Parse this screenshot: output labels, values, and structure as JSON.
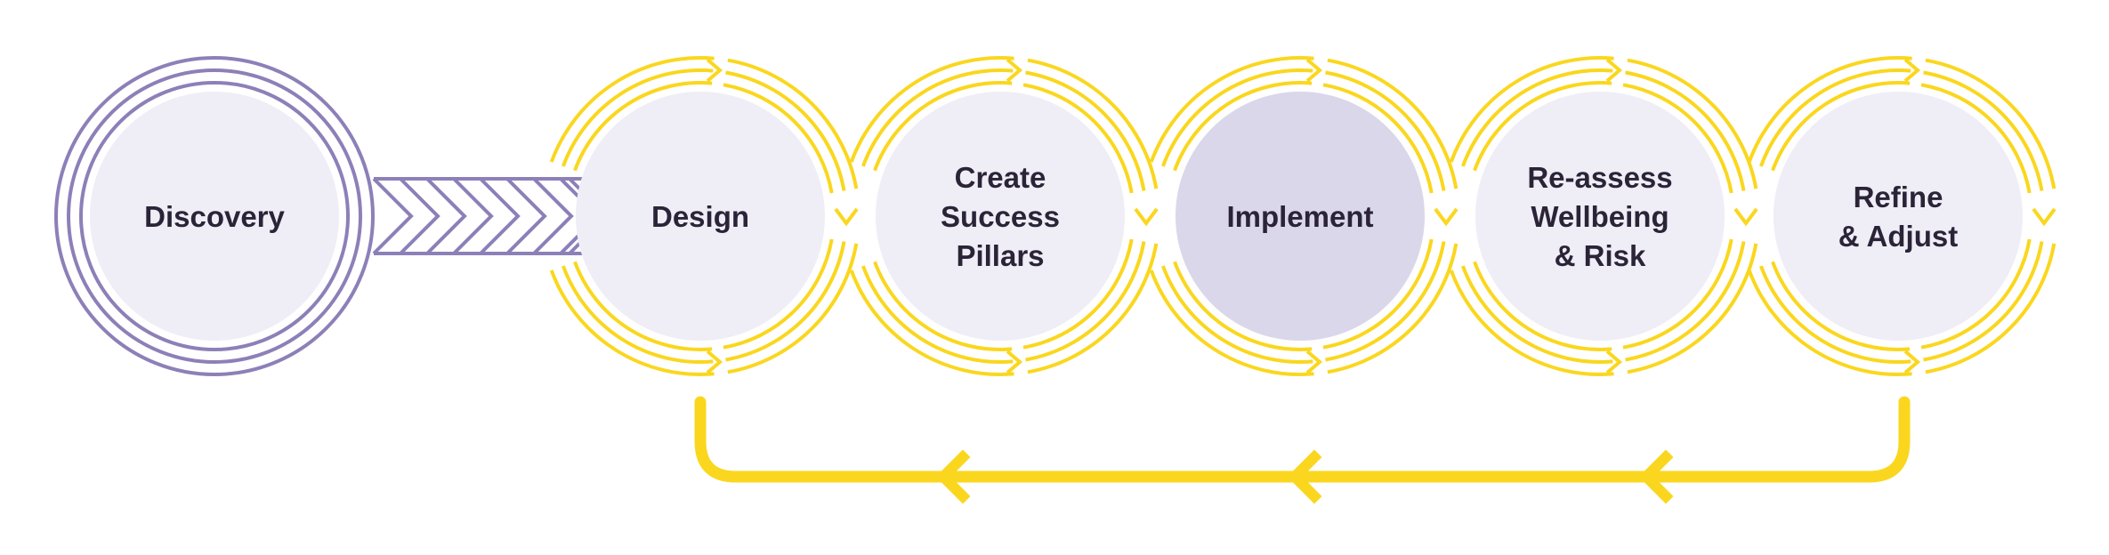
{
  "colors": {
    "purple": "#8d80b8",
    "yellow": "#fad71e",
    "circle_fill": "#efeef6",
    "circle_fill_active": "#dad7ea",
    "text": "#2b2438"
  },
  "stages": [
    {
      "id": "discovery",
      "lines": [
        "Discovery"
      ],
      "theme": "purple",
      "active": false
    },
    {
      "id": "design",
      "lines": [
        "Design"
      ],
      "theme": "yellow",
      "active": false
    },
    {
      "id": "create-success-pillars",
      "lines": [
        "Create",
        "Success",
        "Pillars"
      ],
      "theme": "yellow",
      "active": false
    },
    {
      "id": "implement",
      "lines": [
        "Implement"
      ],
      "theme": "yellow",
      "active": true
    },
    {
      "id": "re-assess-wellbeing-risk",
      "lines": [
        "Re-assess",
        "Wellbeing",
        "& Risk"
      ],
      "theme": "yellow",
      "active": false
    },
    {
      "id": "refine-adjust",
      "lines": [
        "Refine",
        "& Adjust"
      ],
      "theme": "yellow",
      "active": false
    }
  ],
  "feedback_loop": {
    "from": "refine-adjust",
    "to": "design",
    "arrow_direction": "left"
  }
}
